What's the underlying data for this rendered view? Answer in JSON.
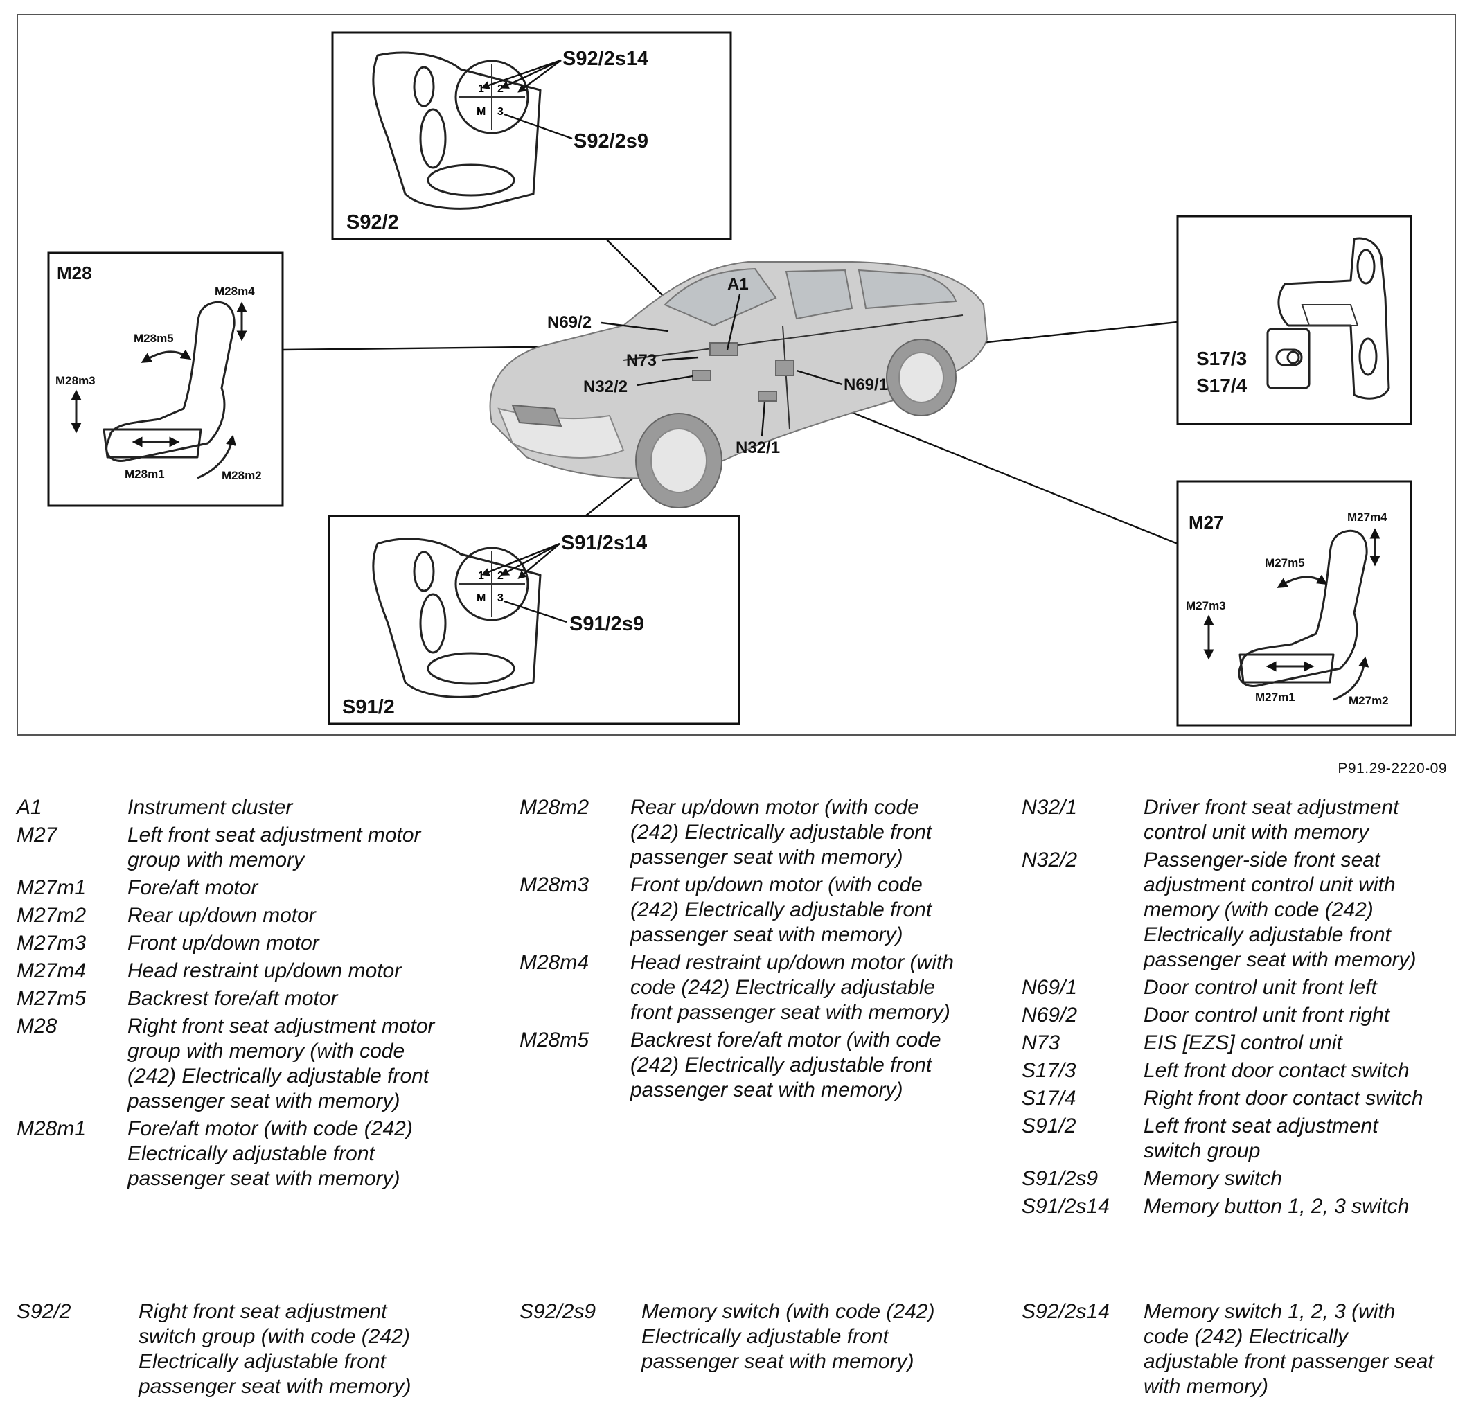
{
  "diagram": {
    "reference": "P91.29-2220-09",
    "panels": {
      "s92": {
        "title": "S92/2",
        "labels": [
          "S92/2s14",
          "S92/2s9"
        ],
        "keys": [
          "1",
          "2",
          "M",
          "3"
        ]
      },
      "s91": {
        "title": "S91/2",
        "labels": [
          "S91/2s14",
          "S91/2s9"
        ],
        "keys": [
          "1",
          "2",
          "M",
          "3"
        ]
      },
      "m28": {
        "title": "M28",
        "labels": [
          "M28m4",
          "M28m5",
          "M28m3",
          "M28m1",
          "M28m2"
        ]
      },
      "m27": {
        "title": "M27",
        "labels": [
          "M27m4",
          "M27m5",
          "M27m3",
          "M27m1",
          "M27m2"
        ]
      },
      "s17": {
        "labels": [
          "S17/3",
          "S17/4"
        ]
      }
    },
    "car_callouts": [
      "A1",
      "N69/2",
      "N73",
      "N32/2",
      "N69/1",
      "N32/1"
    ]
  },
  "legend": {
    "col1": [
      {
        "code": "A1",
        "desc": "Instrument cluster"
      },
      {
        "code": "M27",
        "desc": "Left front seat adjustment motor group with memory"
      },
      {
        "code": "M27m1",
        "desc": "Fore/aft motor"
      },
      {
        "code": "M27m2",
        "desc": "Rear up/down motor"
      },
      {
        "code": "M27m3",
        "desc": "Front up/down motor"
      },
      {
        "code": "M27m4",
        "desc": "Head restraint up/down motor"
      },
      {
        "code": "M27m5",
        "desc": "Backrest fore/aft motor"
      },
      {
        "code": "M28",
        "desc": "Right front seat adjustment motor group with memory (with code (242) Electrically adjustable front passenger seat with memory)"
      },
      {
        "code": "M28m1",
        "desc": "Fore/aft motor (with code (242) Electrically adjustable front passenger seat with memory)"
      }
    ],
    "col2": [
      {
        "code": "M28m2",
        "desc": "Rear up/down motor (with code (242) Electrically adjustable front passenger seat with memory)"
      },
      {
        "code": "M28m3",
        "desc": "Front up/down motor (with code (242) Electrically adjustable front passenger seat with memory)"
      },
      {
        "code": "M28m4",
        "desc": "Head restraint up/down motor (with code (242) Electrically adjustable front passenger seat with memory)"
      },
      {
        "code": "M28m5",
        "desc": "Backrest fore/aft motor (with code (242) Electrically adjustable front passenger seat with memory)"
      }
    ],
    "col3": [
      {
        "code": "N32/1",
        "desc": "Driver front seat adjustment control unit with memory"
      },
      {
        "code": "N32/2",
        "desc": "Passenger-side front seat adjustment control unit with memory (with code (242) Electrically adjustable front passenger seat with memory)"
      },
      {
        "code": "N69/1",
        "desc": "Door control unit front left"
      },
      {
        "code": "N69/2",
        "desc": "Door control unit front right"
      },
      {
        "code": "N73",
        "desc": "EIS [EZS] control unit"
      },
      {
        "code": "S17/3",
        "desc": "Left front door contact switch"
      },
      {
        "code": "S17/4",
        "desc": "Right front door contact switch"
      },
      {
        "code": "S91/2",
        "desc": "Left front seat adjustment switch group"
      },
      {
        "code": "S91/2s9",
        "desc": "Memory switch"
      },
      {
        "code": "S91/2s14",
        "desc": "Memory button 1, 2, 3 switch"
      }
    ],
    "bottom": [
      {
        "code": "S92/2",
        "desc": "Right front seat adjustment switch group (with code (242) Electrically adjustable front passenger seat with memory)"
      },
      {
        "code": "S92/2s9",
        "desc": "Memory switch (with code (242) Electrically adjustable front passenger seat with memory)"
      },
      {
        "code": "S92/2s14",
        "desc": "Memory switch 1, 2, 3 (with code (242) Electrically adjustable front passenger seat with memory)"
      }
    ]
  }
}
